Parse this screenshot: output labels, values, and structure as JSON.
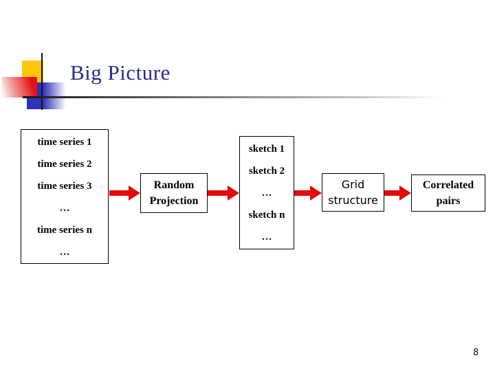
{
  "slide": {
    "title": "Big Picture",
    "page_number": "8"
  },
  "diagram": {
    "time_series_box": {
      "items": [
        "time series 1",
        "time series 2",
        "time series 3",
        "…",
        "time series n",
        "…"
      ]
    },
    "random_projection_box": {
      "lines": [
        "Random",
        "Projection"
      ]
    },
    "sketch_box": {
      "items": [
        "sketch 1",
        "sketch 2",
        "…",
        "sketch n",
        "…"
      ]
    },
    "grid_structure_box": {
      "lines": [
        "Grid",
        "structure"
      ]
    },
    "correlated_pairs_box": {
      "lines": [
        "Correlated",
        "pairs"
      ]
    },
    "arrows": [
      {
        "from": "time-series-box",
        "to": "random-projection-box"
      },
      {
        "from": "random-projection-box",
        "to": "sketch-box"
      },
      {
        "from": "sketch-box",
        "to": "grid-structure-box"
      },
      {
        "from": "grid-structure-box",
        "to": "correlated-pairs-box"
      }
    ]
  },
  "colors": {
    "arrow_red": "#E30B0B",
    "title_navy": "#2B2B8C",
    "decoration_yellow": "#FFC60E",
    "decoration_blue": "#3232B9",
    "decoration_red": "#E41414",
    "box_border": "#000000",
    "background": "#FFFFFF"
  }
}
